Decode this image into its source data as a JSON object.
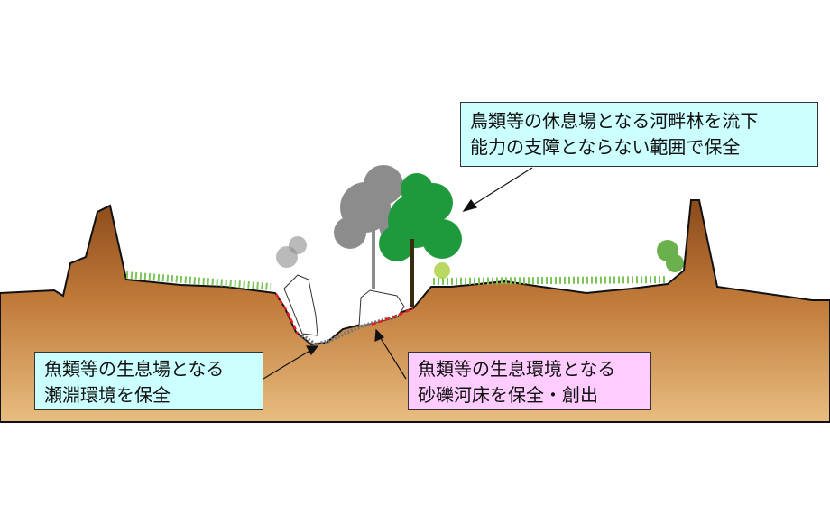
{
  "callouts": {
    "riparian_forest": {
      "line1": "鳥類等の休息場となる河畔林を流下",
      "line2": "能力の支障とならない範囲で保全",
      "color": "#ccffff"
    },
    "pool_riffle": {
      "line1": "魚類等の生息場となる",
      "line2": "瀬淵環境を保全",
      "color": "#ccffff"
    },
    "gravel_bed": {
      "line1": "魚類等の生息環境となる",
      "line2": "砂礫河床を保全・創出",
      "color": "#ffccff"
    }
  },
  "colors": {
    "ground_top": "#8b4a1a",
    "ground_bottom": "#e8bd80",
    "tree": "#1e9a3c",
    "tree_removed": "#8c8c8c",
    "grass": "#7cc35a",
    "bank_protection": "#e02020"
  }
}
